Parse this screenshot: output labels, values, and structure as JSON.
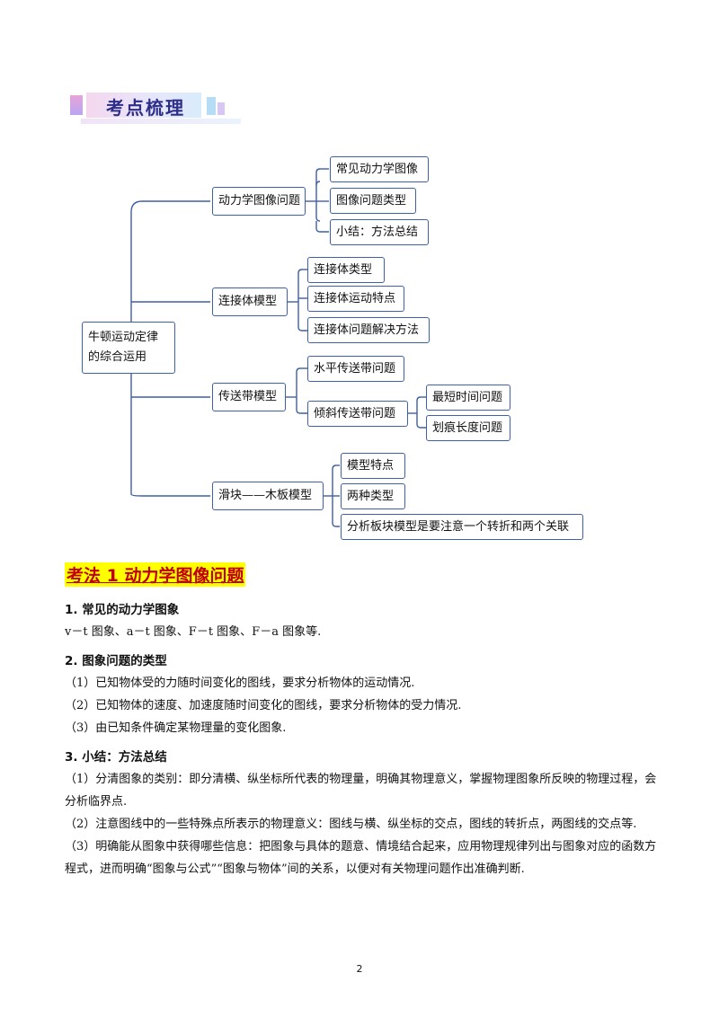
{
  "section_banner": "考点梳理",
  "mindmap": {
    "root": "牛顿运动定律\n的综合运用",
    "branches": [
      {
        "label": "动力学图像问题",
        "children": [
          "常见动力学图像",
          "图像问题类型",
          "小结：方法总结"
        ]
      },
      {
        "label": "连接体模型",
        "children": [
          "连接体类型",
          "连接体运动特点",
          "连接体问题解决方法"
        ]
      },
      {
        "label": "传送带模型",
        "children": [
          "水平传送带问题",
          "倾斜传送带问题"
        ],
        "grandchildren": [
          "最短时间问题",
          "划痕长度问题"
        ]
      },
      {
        "label": "滑块——木板模型",
        "children": [
          "模型特点",
          "两种类型",
          "分析板块模型是要注意一个转折和两个关联"
        ]
      }
    ]
  },
  "content": {
    "heading": "考法 1  动力学图像问题",
    "s1_title": "1. 常见的动力学图象",
    "s1_text": "v－t 图象、a－t 图象、F－t 图象、F－a 图象等.",
    "s2_title": "2. 图象问题的类型",
    "s2_items": [
      "（1）已知物体受的力随时间变化的图线，要求分析物体的运动情况.",
      "（2）已知物体的速度、加速度随时间变化的图线，要求分析物体的受力情况.",
      "（3）由已知条件确定某物理量的变化图象."
    ],
    "s3_title": "3. 小结：方法总结",
    "s3_items": [
      "（1）分清图象的类别：即分清横、纵坐标所代表的物理量，明确其物理意义，掌握物理图象所反映的物理过程，会分析临界点.",
      "（2）注意图线中的一些特殊点所表示的物理意义：图线与横、纵坐标的交点，图线的转折点，两图线的交点等.",
      "（3）明确能从图象中获得哪些信息：把图象与具体的题意、情境结合起来，应用物理规律列出与图象对应的函数方程式，进而明确“图象与公式”“图象与物体”间的关系，以便对有关物理问题作出准确判断."
    ]
  },
  "page_number": "2",
  "colors": {
    "node_border": "#3f5fa8",
    "heading_red": "#c00000",
    "heading_highlight": "#ffff00"
  }
}
